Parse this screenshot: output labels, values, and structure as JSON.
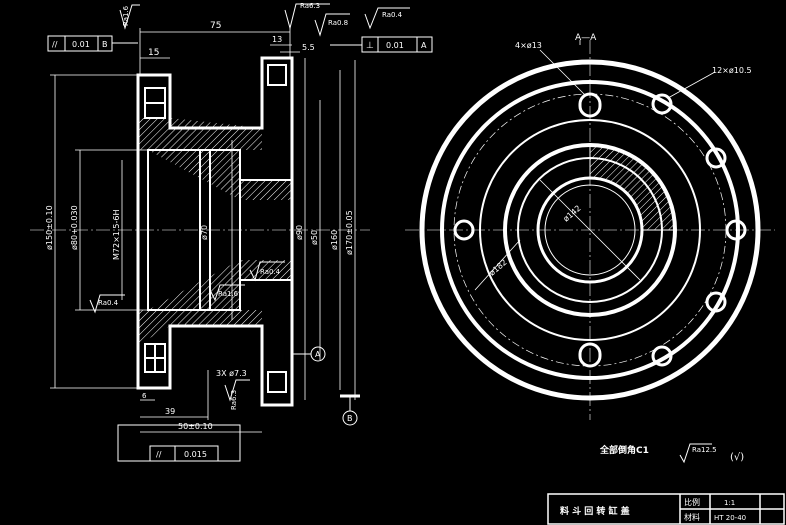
{
  "drawing": {
    "section_label": "A—A",
    "annotations": {
      "dim_75": "75",
      "dim_15": "15",
      "dim_13": "13",
      "dim_5_5": "5.5",
      "dim_39": "39",
      "dim_50": "50±0.10",
      "dim_6": "6",
      "holes_4": "4×ø13",
      "holes_12": "12×ø10.5",
      "dia_150": "ø150±0.10",
      "dia_80": "ø80+0.030",
      "thread": "M72×1.5-6H",
      "dia_70": "ø70",
      "dia_90": "ø90",
      "dia_50": "ø50",
      "dia_160": "ø160",
      "dia_170": "ø170±0.05",
      "dia_142": "ø142",
      "dia_182": "ø182",
      "chamfer_x": "3X ø7.3",
      "ra_6_3_top": "Ra6.3",
      "ra_0_8": "Ra0.8",
      "ra_0_4_top": "Ra0.4",
      "ra_1_6_top": "Ra1.6",
      "ra_0_4_mid": "Ra0.4",
      "ra_1_6_mid": "Ra1.6",
      "ra_0_4_left": "Ra0.4",
      "ra_6_3_bottom": "Ra6.3",
      "datum_a": "A",
      "datum_b": "B",
      "chamfer_note": "全部倒角C1",
      "ra_12_5": "Ra12.5",
      "check_symbol": "(√)"
    },
    "tolerances": {
      "parallel_sym": "//",
      "parallel_val": "0.01",
      "parallel_ref": "B",
      "perp_sym": "⊥",
      "perp_val": "0.01",
      "perp_ref": "A",
      "bottom_sym": "//",
      "bottom_val": "0.015"
    },
    "title_block": {
      "part_name": "料 斗 回 转 缸 盖",
      "scale_label": "比例",
      "scale_value": "1:1",
      "material_label": "材料",
      "material_value": "HT 20-40"
    }
  }
}
